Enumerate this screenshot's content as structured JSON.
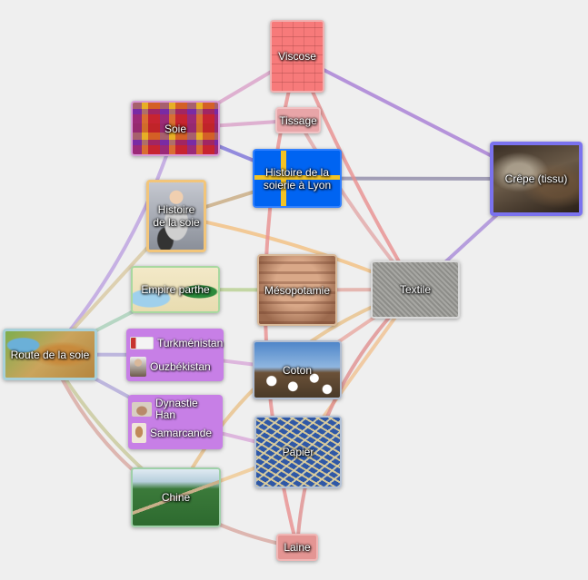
{
  "nodes": {
    "viscose": "Viscose",
    "soie": "Soie",
    "tissage": "Tissage",
    "histoire_lyon": "Histoire de la soierie à Lyon",
    "crepe": "Crêpe (tissu)",
    "histoire_soie": "Histoire de la soie",
    "empire_parthe": "Empire parthe",
    "mesopotamie": "Mésopotamie",
    "textile": "Textile",
    "route_soie": "Route de la soie",
    "coton": "Coton",
    "papier": "Papier",
    "chine": "Chine",
    "laine": "Laine"
  },
  "groups": {
    "asie_centrale": {
      "items": [
        "Turkménistan",
        "Ouzbékistan"
      ]
    },
    "han_samarcande": {
      "items": [
        "Dynastie Han",
        "Samarcande"
      ]
    }
  },
  "edges": [
    {
      "from": "soie",
      "to": "viscose",
      "color": "#d9a0c8"
    },
    {
      "from": "soie",
      "to": "tissage",
      "color": "#d9a0c8"
    },
    {
      "from": "soie",
      "to": "histoire_lyon",
      "color": "#7c72d8"
    },
    {
      "from": "histoire_soie",
      "to": "histoire_lyon",
      "color": "#c8aa80"
    },
    {
      "from": "histoire_lyon",
      "to": "crepe",
      "color": "#8f8aa8"
    },
    {
      "from": "viscose",
      "to": "crepe",
      "color": "#a67cd4"
    },
    {
      "from": "crepe",
      "to": "textile",
      "color": "#a88ad8"
    },
    {
      "from": "viscose",
      "to": "textile",
      "color": "#e88f8f"
    },
    {
      "from": "tissage",
      "to": "textile",
      "color": "#e2a8a8"
    },
    {
      "from": "histoire_soie",
      "to": "textile",
      "color": "#f2bf80"
    },
    {
      "from": "mesopotamie",
      "to": "textile",
      "color": "#e2a8a0"
    },
    {
      "from": "empire_parthe",
      "to": "mesopotamie",
      "color": "#b8cf90"
    },
    {
      "from": "route_soie",
      "to": "soie",
      "color": "#bba0e0"
    },
    {
      "from": "route_soie",
      "to": "histoire_soie",
      "color": "#d8c8a0"
    },
    {
      "from": "route_soie",
      "to": "empire_parthe",
      "color": "#a8cfb8"
    },
    {
      "from": "route_soie",
      "to": "g1",
      "color": "#b0a8d8"
    },
    {
      "from": "route_soie",
      "to": "g2",
      "color": "#b0a8d8"
    },
    {
      "from": "route_soie",
      "to": "chine",
      "color": "#c8c89a"
    },
    {
      "from": "route_soie",
      "to": "laine",
      "color": "#d8a8a0"
    },
    {
      "from": "g1",
      "to": "coton",
      "color": "#d8a8d8"
    },
    {
      "from": "g2",
      "to": "papier",
      "color": "#d8a8d8"
    },
    {
      "from": "chine",
      "to": "papier",
      "color": "#f0c890"
    },
    {
      "from": "chine",
      "to": "textile",
      "color": "#e8c088"
    },
    {
      "from": "coton",
      "to": "textile",
      "color": "#e8a8a0"
    },
    {
      "from": "papier",
      "to": "textile",
      "color": "#f0c090"
    },
    {
      "from": "laine",
      "to": "textile",
      "color": "#e08f8f"
    },
    {
      "from": "laine",
      "to": "viscose",
      "color": "#e88f8f"
    }
  ]
}
